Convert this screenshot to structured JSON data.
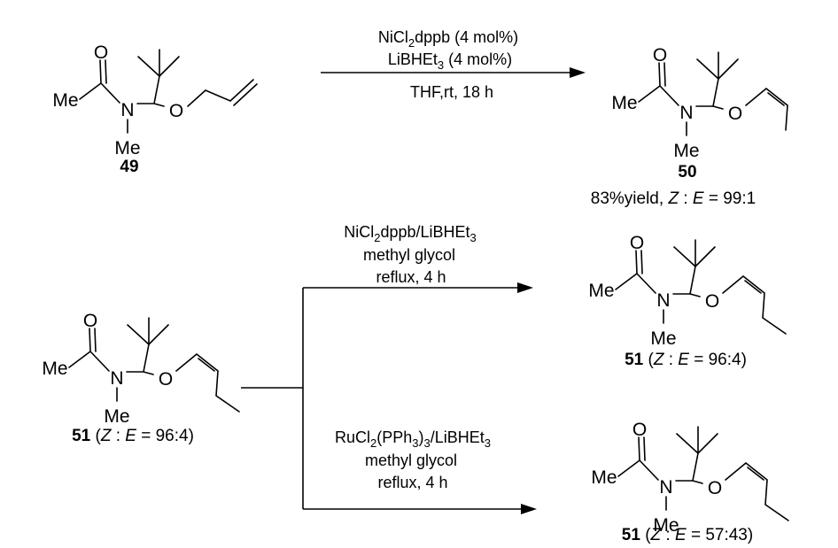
{
  "atoms": {
    "oxygen": "O",
    "nitrogen": "N",
    "methyl": "Me"
  },
  "reaction_1": {
    "reagent_line_1": {
      "pre": "NiCl",
      "sub": "2",
      "post": "dppb (4 mol%)"
    },
    "reagent_line_2": {
      "pre": "LiBHEt",
      "sub": "3",
      "post": " (4 mol%)"
    },
    "reagent_line_3": "THF,rt, 18 h"
  },
  "reaction_2": {
    "reagent_line_1": {
      "pre": "NiCl",
      "sub": "2",
      "post": "dppb/LiBHEt",
      "sub2": "3"
    },
    "reagent_line_2": "methyl glycol",
    "reagent_line_3": "reflux, 4 h"
  },
  "reaction_3": {
    "reagent_line_1": {
      "pre": "RuCl",
      "sub": "2",
      "mid": "(PPh",
      "sub2": "3",
      "mid2": ")",
      "sub3": "3",
      "post": "/LiBHEt",
      "sub4": "3"
    },
    "reagent_line_2": "methyl glycol",
    "reagent_line_3": "reflux, 4 h"
  },
  "compounds": {
    "c49": {
      "number": "49"
    },
    "c50": {
      "number": "50",
      "yield_pre": "83%yield, ",
      "z": "Z",
      "colon": " : ",
      "e": "E",
      "ratio": " = 99:1"
    },
    "c51_start": {
      "number": "51",
      "open": " (",
      "z": "Z",
      "colon": " : ",
      "e": "E",
      "ratio": " = 96:4)"
    },
    "c51_ni": {
      "number": "51",
      "open": " (",
      "z": "Z",
      "colon": " : ",
      "e": "E",
      "ratio": " = 96:4)"
    },
    "c51_ru": {
      "number": "51",
      "open": " (",
      "z": "Z",
      "colon": " : ",
      "e": "E",
      "ratio": " = 57:43)"
    }
  }
}
